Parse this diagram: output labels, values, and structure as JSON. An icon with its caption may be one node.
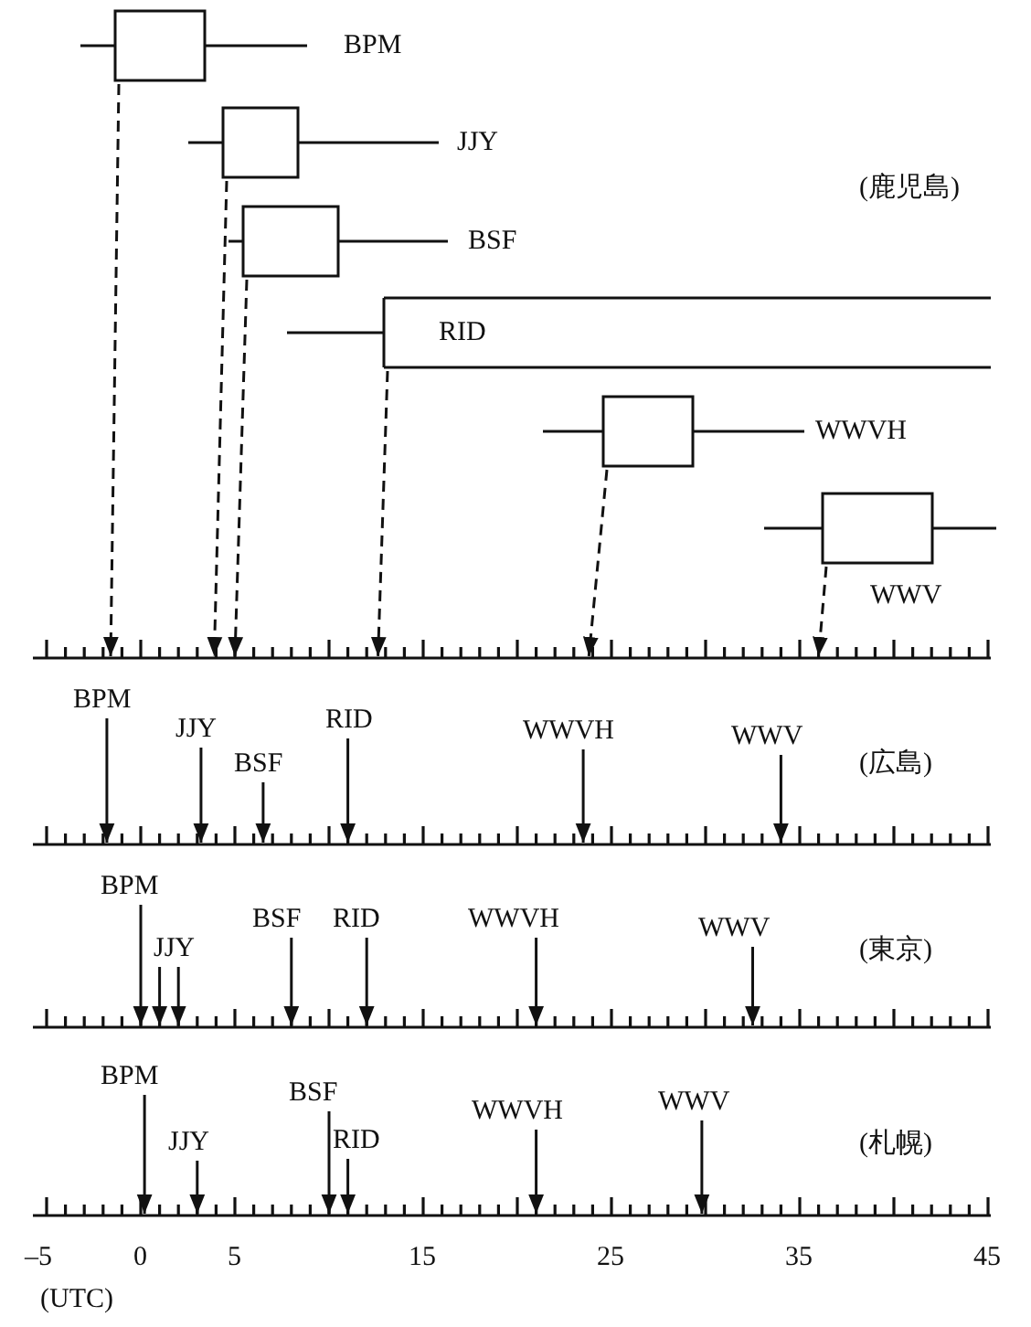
{
  "diagram": {
    "nodes": [
      {
        "text": [
          "BPM"
        ]
      },
      {
        "text": [
          "JJY"
        ]
      },
      {
        "text": [
          "BSF"
        ]
      },
      {
        "text": [
          "RID"
        ]
      },
      {
        "text": [
          "WWVH"
        ]
      },
      {
        "text": [
          "WWV"
        ]
      },
      {
        "text": [
          "BPM"
        ]
      },
      {
        "text": [
          "JJY"
        ]
      },
      {
        "text": [
          "BSF"
        ]
      },
      {
        "text": [
          "RID"
        ]
      },
      {
        "text": [
          "WWVH"
        ]
      },
      {
        "text": [
          "WWV"
        ]
      },
      {
        "text": [
          "BPM"
        ]
      },
      {
        "text": [
          "JJY"
        ]
      },
      {
        "text": [
          "BSF"
        ]
      },
      {
        "text": [
          "RID"
        ]
      },
      {
        "text": [
          "WWVH"
        ]
      },
      {
        "text": [
          "WWV"
        ]
      },
      {
        "text": [
          "BPM"
        ]
      },
      {
        "text": [
          "JJY"
        ]
      },
      {
        "text": [
          "BSF"
        ]
      },
      {
        "text": [
          "RID"
        ]
      },
      {
        "text": [
          "WWVH"
        ]
      },
      {
        "text": [
          "WWV"
        ]
      },
      {
        "text": [],
        "shape": "bar"
      },
      {
        "text": [],
        "shape": "bar"
      },
      {
        "text": [],
        "shape": "bar"
      },
      {
        "text": [],
        "shape": "bar"
      }
    ],
    "edges": [
      {
        "from": 0,
        "to": 24,
        "arrow": "to",
        "style": "dashed"
      },
      {
        "from": 1,
        "to": 24,
        "arrow": "to",
        "style": "dashed"
      },
      {
        "from": 2,
        "to": 24,
        "arrow": "to",
        "style": "dashed"
      },
      {
        "from": 3,
        "to": 24,
        "arrow": "to",
        "style": "dashed"
      },
      {
        "from": 4,
        "to": 24,
        "arrow": "to",
        "style": "dashed"
      },
      {
        "from": 5,
        "to": 24,
        "arrow": "to",
        "style": "dashed"
      },
      {
        "from": 6,
        "to": 25,
        "arrow": "to"
      },
      {
        "from": 7,
        "to": 25,
        "arrow": "to"
      },
      {
        "from": 8,
        "to": 25,
        "arrow": "to"
      },
      {
        "from": 9,
        "to": 25,
        "arrow": "to"
      },
      {
        "from": 10,
        "to": 25,
        "arrow": "to"
      },
      {
        "from": 11,
        "to": 25,
        "arrow": "to"
      },
      {
        "from": 12,
        "to": 26,
        "arrow": "to"
      },
      {
        "from": 13,
        "to": 26,
        "arrow": "to"
      },
      {
        "from": 13,
        "to": 26,
        "arrow": "to"
      },
      {
        "from": 14,
        "to": 26,
        "arrow": "to"
      },
      {
        "from": 15,
        "to": 26,
        "arrow": "to"
      },
      {
        "from": 16,
        "to": 26,
        "arrow": "to"
      },
      {
        "from": 17,
        "to": 26,
        "arrow": "to"
      },
      {
        "from": 18,
        "to": 27,
        "arrow": "to"
      },
      {
        "from": 19,
        "to": 27,
        "arrow": "to"
      },
      {
        "from": 20,
        "to": 27,
        "arrow": "to"
      },
      {
        "from": 21,
        "to": 27,
        "arrow": "to"
      },
      {
        "from": 22,
        "to": 27,
        "arrow": "to"
      },
      {
        "from": 23,
        "to": 27,
        "arrow": "to"
      }
    ],
    "labels": [
      "(鹿児島)",
      "(広島)",
      "(東京)",
      "(札幌)",
      "–5",
      "0",
      "5",
      "15",
      "25",
      "35",
      "45",
      "(UTC)"
    ]
  }
}
